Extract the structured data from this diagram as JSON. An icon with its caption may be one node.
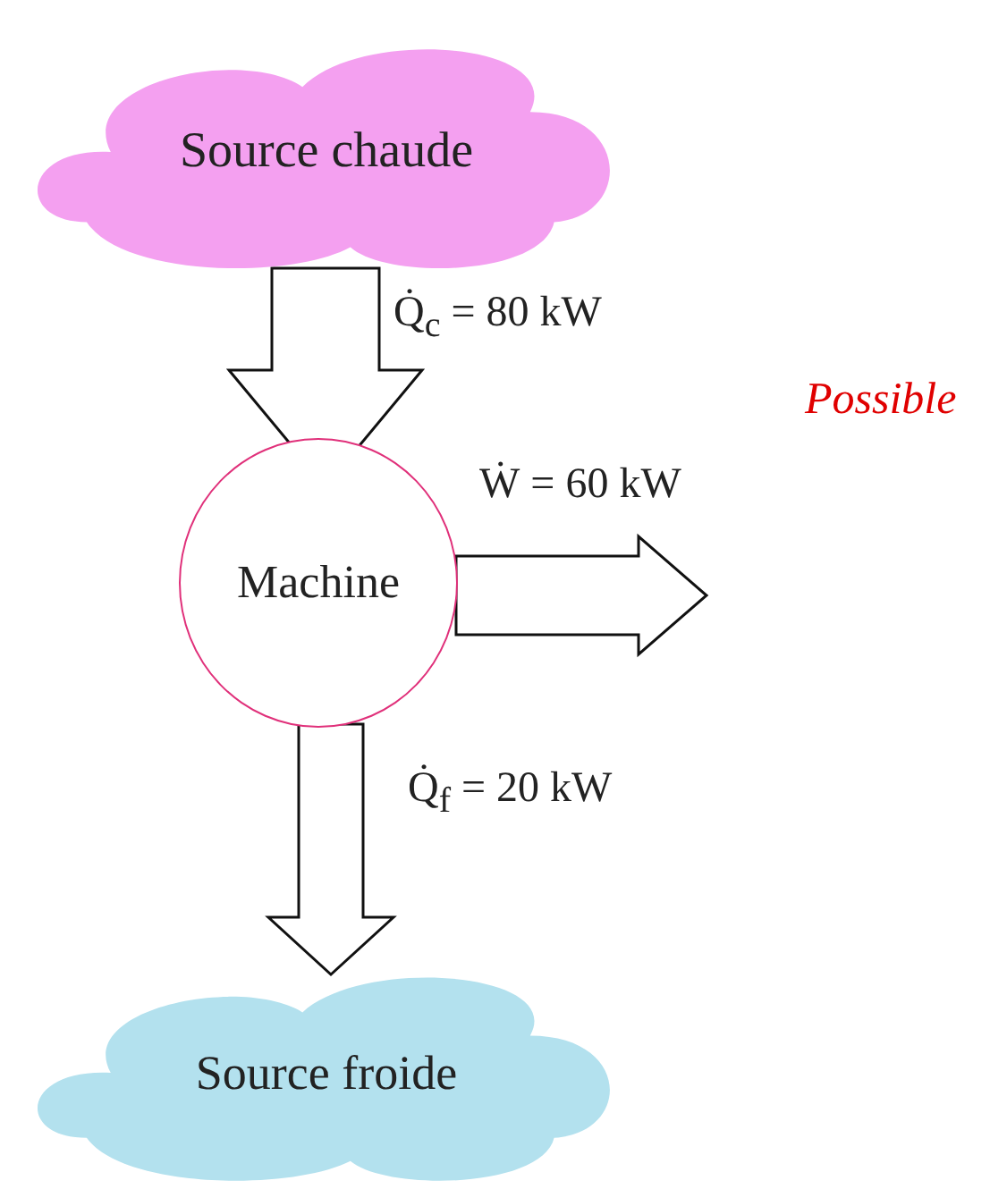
{
  "diagram": {
    "nodes": [
      {
        "text": [
          "Source chaude"
        ]
      },
      {
        "text": [
          "Machine"
        ]
      },
      {
        "text": [
          "Source froide"
        ]
      }
    ],
    "edges": [
      {
        "from": 0,
        "to": 1,
        "arrow": "to",
        "label": "Q̇$_{c}$ = 80 kW"
      },
      {
        "from": 1,
        "to": null,
        "arrow": "to",
        "label": "Ẇ = 60 kW"
      },
      {
        "from": 1,
        "to": 2,
        "arrow": "to",
        "label": "Q̇$_{f}$ = 20 kW"
      }
    ],
    "labels": [
      "Possible"
    ]
  }
}
